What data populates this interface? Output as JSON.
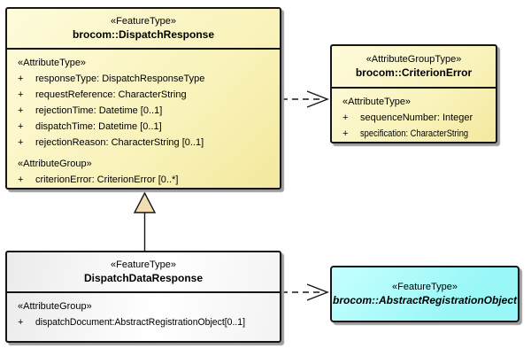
{
  "classes": {
    "dispatchResponse": {
      "stereotype": "«FeatureType»",
      "name": "brocom::DispatchResponse",
      "sections": [
        {
          "header": "«AttributeType»",
          "attributes": [
            {
              "vis": "+",
              "text": "responseType: DispatchResponseType"
            },
            {
              "vis": "+",
              "text": "requestReference: CharacterString"
            },
            {
              "vis": "+",
              "text": "rejectionTime: Datetime [0..1]"
            },
            {
              "vis": "+",
              "text": "dispatchTime: Datetime [0..1]"
            },
            {
              "vis": "+",
              "text": "rejectionReason: CharacterString [0..1]"
            }
          ]
        },
        {
          "header": "«AttributeGroup»",
          "attributes": [
            {
              "vis": "+",
              "text": "criterionError: CriterionError [0..*]"
            }
          ]
        }
      ]
    },
    "criterionError": {
      "stereotype": "«AttributeGroupType»",
      "name": "brocom::CriterionError",
      "sections": [
        {
          "header": "«AttributeType»",
          "attributes": [
            {
              "vis": "+",
              "text": "sequenceNumber: Integer"
            },
            {
              "vis": "+",
              "text": "specification: CharacterString"
            }
          ]
        }
      ]
    },
    "dispatchDataResponse": {
      "stereotype": "«FeatureType»",
      "name": "DispatchDataResponse",
      "sections": [
        {
          "header": "«AttributeGroup»",
          "attributes": [
            {
              "vis": "+",
              "text": "dispatchDocument:AbstractRegistrationObject[0..1]"
            }
          ]
        }
      ]
    },
    "abstractRegistrationObject": {
      "stereotype": "«FeatureType»",
      "name": "brocom::AbstractRegistrationObject"
    }
  },
  "colors": {
    "class_yellow": "#f9f2b8",
    "class_gray": "#f3f3f3",
    "class_cyan": "#99f7f7",
    "border_black": "#161616",
    "shadow_gray": "#9d9d9d",
    "generalization_triangle_fill": "#f3ddb3"
  }
}
